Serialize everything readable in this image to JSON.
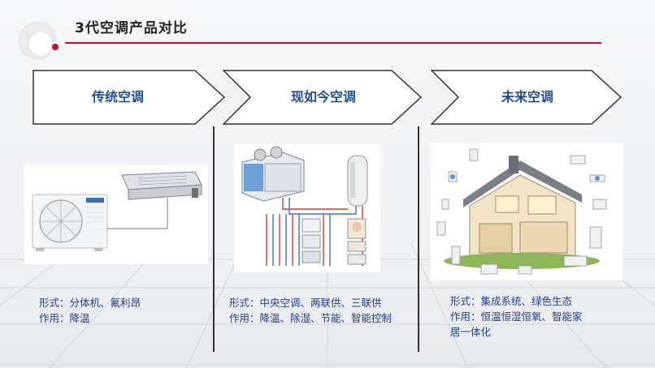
{
  "slide": {
    "title": "3代空调产品对比"
  },
  "columns": [
    {
      "label": "传统空调",
      "lines": [
        "形式：分体机、氟利昂",
        "作用：降温"
      ]
    },
    {
      "label": "现如今空调",
      "lines": [
        "形式：中央空调、两联供、三联供",
        "作用：降温、除湿、节能、智能控制"
      ]
    },
    {
      "label": "未来空调",
      "lines": [
        "形式：集成系统、绿色生态",
        "作用：恒温恒湿恒氧、智能家",
        "居一体化"
      ]
    }
  ],
  "colors": {
    "accent": "#c8102e",
    "label": "#1f4f8f",
    "text": "#1f3f8f"
  }
}
